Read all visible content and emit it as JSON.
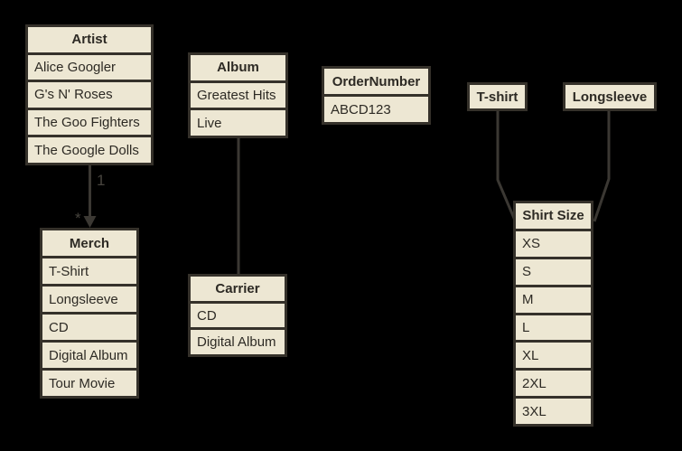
{
  "diagram": {
    "type": "entity-diagram",
    "colors": {
      "background": "#000000",
      "node_fill": "#EDE7D3",
      "node_border": "#35312A",
      "node_text": "#2D2A24",
      "edge_stroke": "#3B3833",
      "edge_label_text": "#47443E"
    }
  },
  "nodes": {
    "artist": {
      "title": "Artist",
      "rows": [
        "Alice Googler",
        "G's N' Roses",
        "The Goo Fighters",
        "The Google Dolls"
      ]
    },
    "album": {
      "title": "Album",
      "rows": [
        "Greatest Hits",
        "Live"
      ]
    },
    "order_number": {
      "title": "OrderNumber",
      "rows": [
        "ABCD123"
      ]
    },
    "tshirt": {
      "title": "T-shirt",
      "rows": []
    },
    "longsleeve": {
      "title": "Longsleeve",
      "rows": []
    },
    "merch": {
      "title": "Merch",
      "rows": [
        "T-Shirt",
        "Longsleeve",
        "CD",
        "Digital Album",
        "Tour Movie"
      ]
    },
    "carrier": {
      "title": "Carrier",
      "rows": [
        "CD",
        "Digital Album"
      ]
    },
    "shirt_size": {
      "title": "Shirt Size",
      "rows": [
        "XS",
        "S",
        "M",
        "L",
        "XL",
        "2XL",
        "3XL"
      ]
    }
  },
  "edges": {
    "artist_merch": {
      "from": "Artist",
      "to": "Merch",
      "source_label": "1",
      "target_label": "*",
      "arrowhead": "filled-triangle-down"
    },
    "album_carrier": {
      "from": "Album",
      "to": "Carrier"
    },
    "tshirt_shirtsize": {
      "from": "T-shirt",
      "to": "Shirt Size"
    },
    "longsleeve_shirtsize": {
      "from": "Longsleeve",
      "to": "Shirt Size"
    }
  }
}
